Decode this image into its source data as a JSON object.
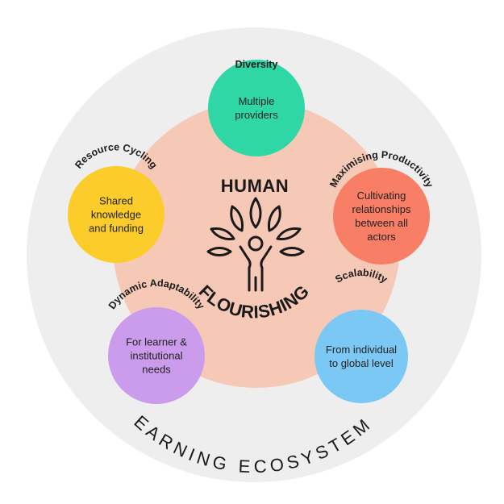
{
  "diagram": {
    "footer_label": "LEARNING ECOSYSTEMS",
    "center": {
      "top_label": "HUMAN",
      "bottom_label": "FLOURISHING",
      "icon": "tree-person-icon"
    },
    "nodes": [
      {
        "id": "diversity",
        "title": "Diversity",
        "lines": [
          "Multiple",
          "providers"
        ],
        "color": "#2fd7a6"
      },
      {
        "id": "maximising-productivity",
        "title": "Maximising Productivity",
        "lines": [
          "Cultivating",
          "relationships",
          "between all",
          "actors"
        ],
        "color": "#f97e66"
      },
      {
        "id": "scalability",
        "title": "Scalability",
        "lines": [
          "From individual",
          "to global level"
        ],
        "color": "#7cc8f5"
      },
      {
        "id": "dynamic-adaptability",
        "title": "Dynamic Adaptability",
        "lines": [
          "For learner &",
          "institutional",
          "needs"
        ],
        "color": "#cb9bec"
      },
      {
        "id": "resource-cycling",
        "title": "Resource Cycling",
        "lines": [
          "Shared",
          "knowledge",
          "and funding"
        ],
        "color": "#fbcc2a"
      }
    ],
    "colors": {
      "outer_ring": "#eeeeee",
      "center_disc": "#f6c9b6",
      "ink": "#1a1a1a"
    }
  }
}
